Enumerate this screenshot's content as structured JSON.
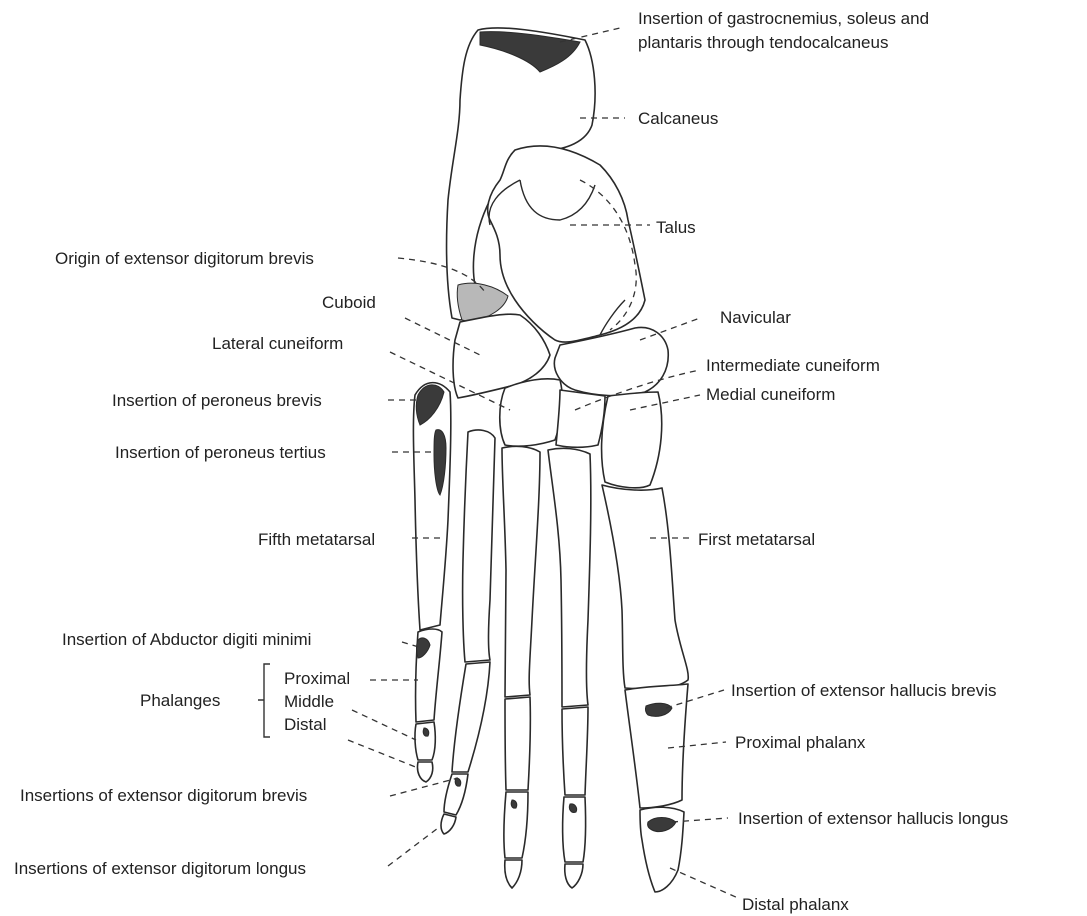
{
  "labels": {
    "gastrocnemius_line1": "Insertion of gastrocnemius, soleus and",
    "gastrocnemius_line2": "plantaris through tendocalcaneus",
    "calcaneus": "Calcaneus",
    "talus": "Talus",
    "extensor_digitorum_brevis_origin": "Origin of extensor digitorum brevis",
    "cuboid": "Cuboid",
    "navicular": "Navicular",
    "lateral_cuneiform": "Lateral cuneiform",
    "intermediate_cuneiform": "Intermediate cuneiform",
    "medial_cuneiform": "Medial cuneiform",
    "peroneus_brevis": "Insertion of peroneus brevis",
    "peroneus_tertius": "Insertion of peroneus tertius",
    "fifth_metatarsal": "Fifth metatarsal",
    "first_metatarsal": "First metatarsal",
    "abductor_digiti_minimi": "Insertion of Abductor digiti minimi",
    "phalanges": "Phalanges",
    "proximal": "Proximal",
    "middle": "Middle",
    "distal": "Distal",
    "extensor_hallucis_brevis": "Insertion of extensor hallucis brevis",
    "proximal_phalanx": "Proximal phalanx",
    "extensor_digitorum_brevis_insertions": "Insertions of extensor digitorum brevis",
    "extensor_hallucis_longus": "Insertion of extensor hallucis longus",
    "extensor_digitorum_longus_insertions": "Insertions of extensor digitorum longus",
    "distal_phalanx": "Distal phalanx"
  }
}
